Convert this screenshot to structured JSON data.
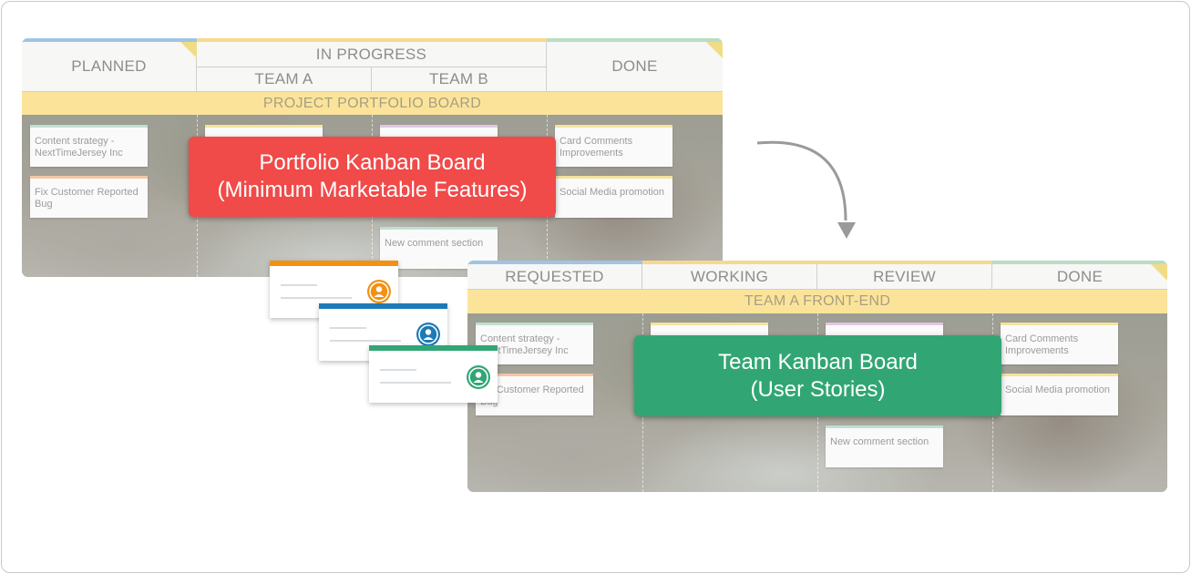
{
  "portfolio_board": {
    "columns": {
      "planned": "PLANNED",
      "in_progress": "IN PROGRESS",
      "team_a": "TEAM A",
      "team_b": "TEAM B",
      "done": "DONE"
    },
    "band_title": "PROJECT PORTFOLIO BOARD",
    "cards": {
      "c1": "Content strategy - NextTimeJersey Inc",
      "c2": "Fix Customer Reported Bug",
      "c3": "Card Comments Improvements",
      "c4": "Social Media promotion",
      "c5": "New comment section"
    },
    "overlay_line1": "Portfolio Kanban Board",
    "overlay_line2": "(Minimum Marketable Features)"
  },
  "team_board": {
    "columns": {
      "requested": "REQUESTED",
      "working": "WORKING",
      "review": "REVIEW",
      "done": "DONE"
    },
    "band_title": "TEAM A FRONT-END",
    "cards": {
      "c1": "Content strategy - NextTimeJersey Inc",
      "c2": "Fix Customer Reported Bug",
      "c3": "Card Comments Improvements",
      "c4": "Social Media promotion",
      "c5": "New comment section"
    },
    "overlay_line1": "Team Kanban Board",
    "overlay_line2": "(User Stories)"
  },
  "icons": [
    "arrow-icon",
    "user-icon"
  ],
  "colors": {
    "portfolio_label": "#f04a49",
    "team_label": "#31a674",
    "mini_orange": "#f39111",
    "mini_blue": "#1c7ab7",
    "mini_green": "#31a674",
    "header_band": "#fbe49a"
  }
}
